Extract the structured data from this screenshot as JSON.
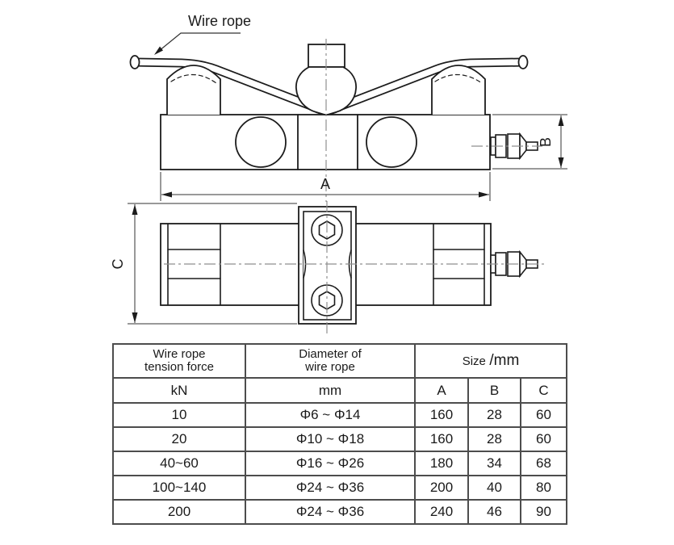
{
  "drawing": {
    "rope_label": "Wire rope",
    "dim_labels": {
      "a": "A",
      "b": "B",
      "c": "C"
    }
  },
  "table": {
    "header": {
      "col_force_line1": "Wire rope",
      "col_force_line2": "tension force",
      "col_diameter_line1": "Diameter of",
      "col_diameter_line2": "wire rope",
      "col_size": "Size",
      "col_size_unit": "/mm"
    },
    "units_row": {
      "force": "kN",
      "diameter": "mm",
      "a": "A",
      "b": "B",
      "c": "C"
    },
    "rows": [
      {
        "force": "10",
        "diameter": "Φ6 ~ Φ14",
        "a": "160",
        "b": "28",
        "c": "60"
      },
      {
        "force": "20",
        "diameter": "Φ10 ~ Φ18",
        "a": "160",
        "b": "28",
        "c": "60"
      },
      {
        "force": "40~60",
        "diameter": "Φ16 ~ Φ26",
        "a": "180",
        "b": "34",
        "c": "68"
      },
      {
        "force": "100~140",
        "diameter": "Φ24 ~ Φ36",
        "a": "200",
        "b": "40",
        "c": "80"
      },
      {
        "force": "200",
        "diameter": "Φ24 ~ Φ36",
        "a": "240",
        "b": "46",
        "c": "90"
      }
    ]
  },
  "colors": {
    "background": "#ffffff",
    "drawing_line": "#1c1c1c",
    "dimension_line": "#333333",
    "centerline": "#8f8f8f",
    "table_border": "#4d4d4d",
    "text": "#1a1a1a"
  }
}
